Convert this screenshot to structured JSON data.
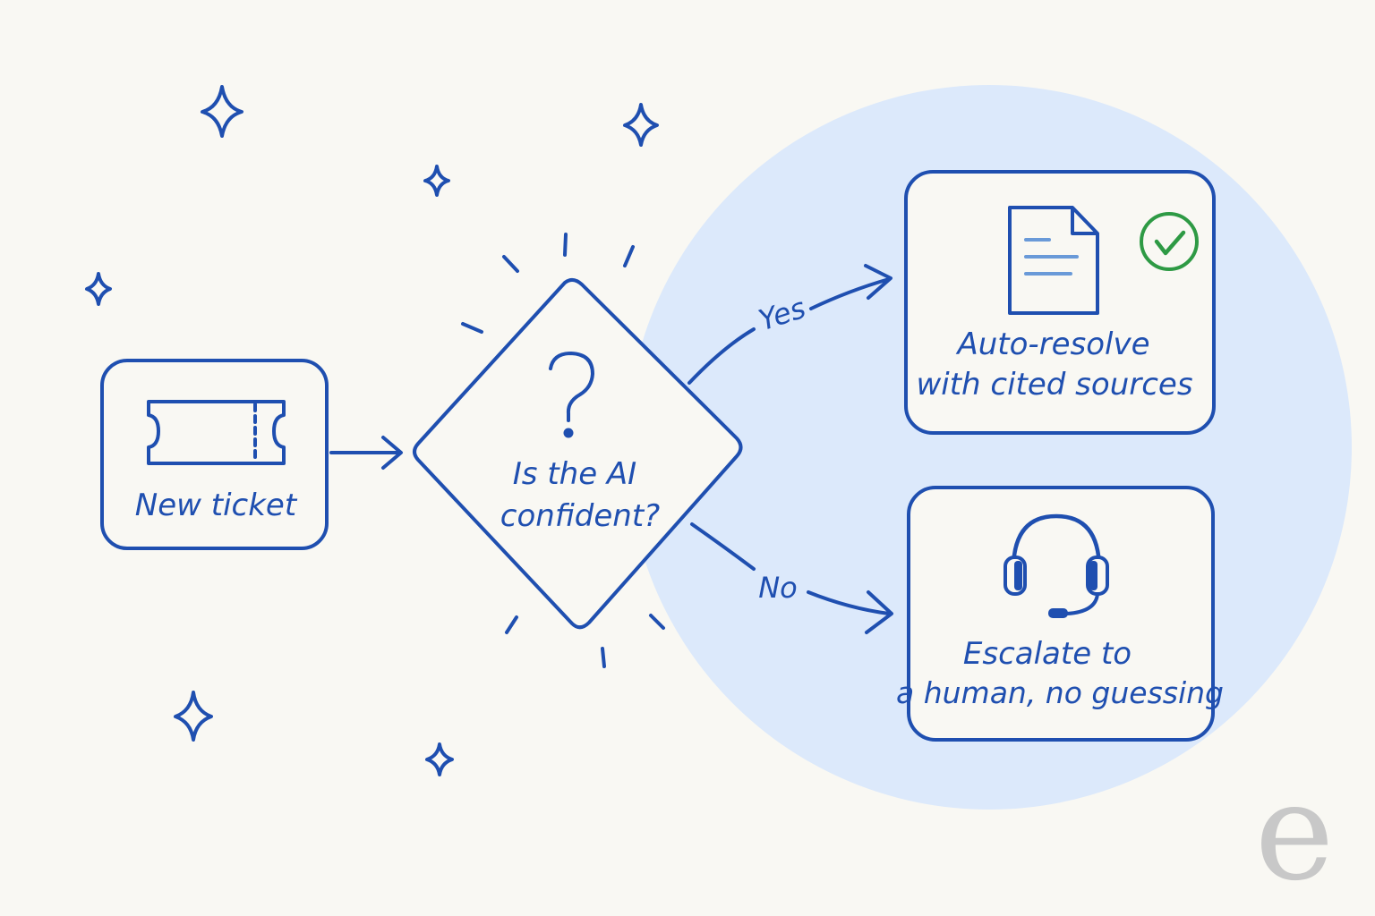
{
  "diagram": {
    "nodes": {
      "start": {
        "label": "New ticket",
        "icon": "ticket-icon"
      },
      "decision": {
        "line1": "Is the AI",
        "line2": "confident?",
        "icon": "question-mark-icon"
      },
      "yes_outcome": {
        "line1": "Auto-resolve",
        "line2": "with cited sources",
        "icon": "document-icon",
        "badge_icon": "check-circle-icon"
      },
      "no_outcome": {
        "line1": "Escalate to",
        "line2": "a human, no guessing",
        "icon": "headset-icon"
      }
    },
    "edges": {
      "yes_label": "Yes",
      "no_label": "No"
    },
    "decorations": [
      "sparkle-icon",
      "burst-lines"
    ],
    "watermark": "e"
  },
  "colors": {
    "background": "#f9f8f3",
    "ink": "#1f4fb0",
    "highlight_circle": "#dce9fb",
    "check": "#2e9a44",
    "watermark": "#c8c8c8"
  }
}
